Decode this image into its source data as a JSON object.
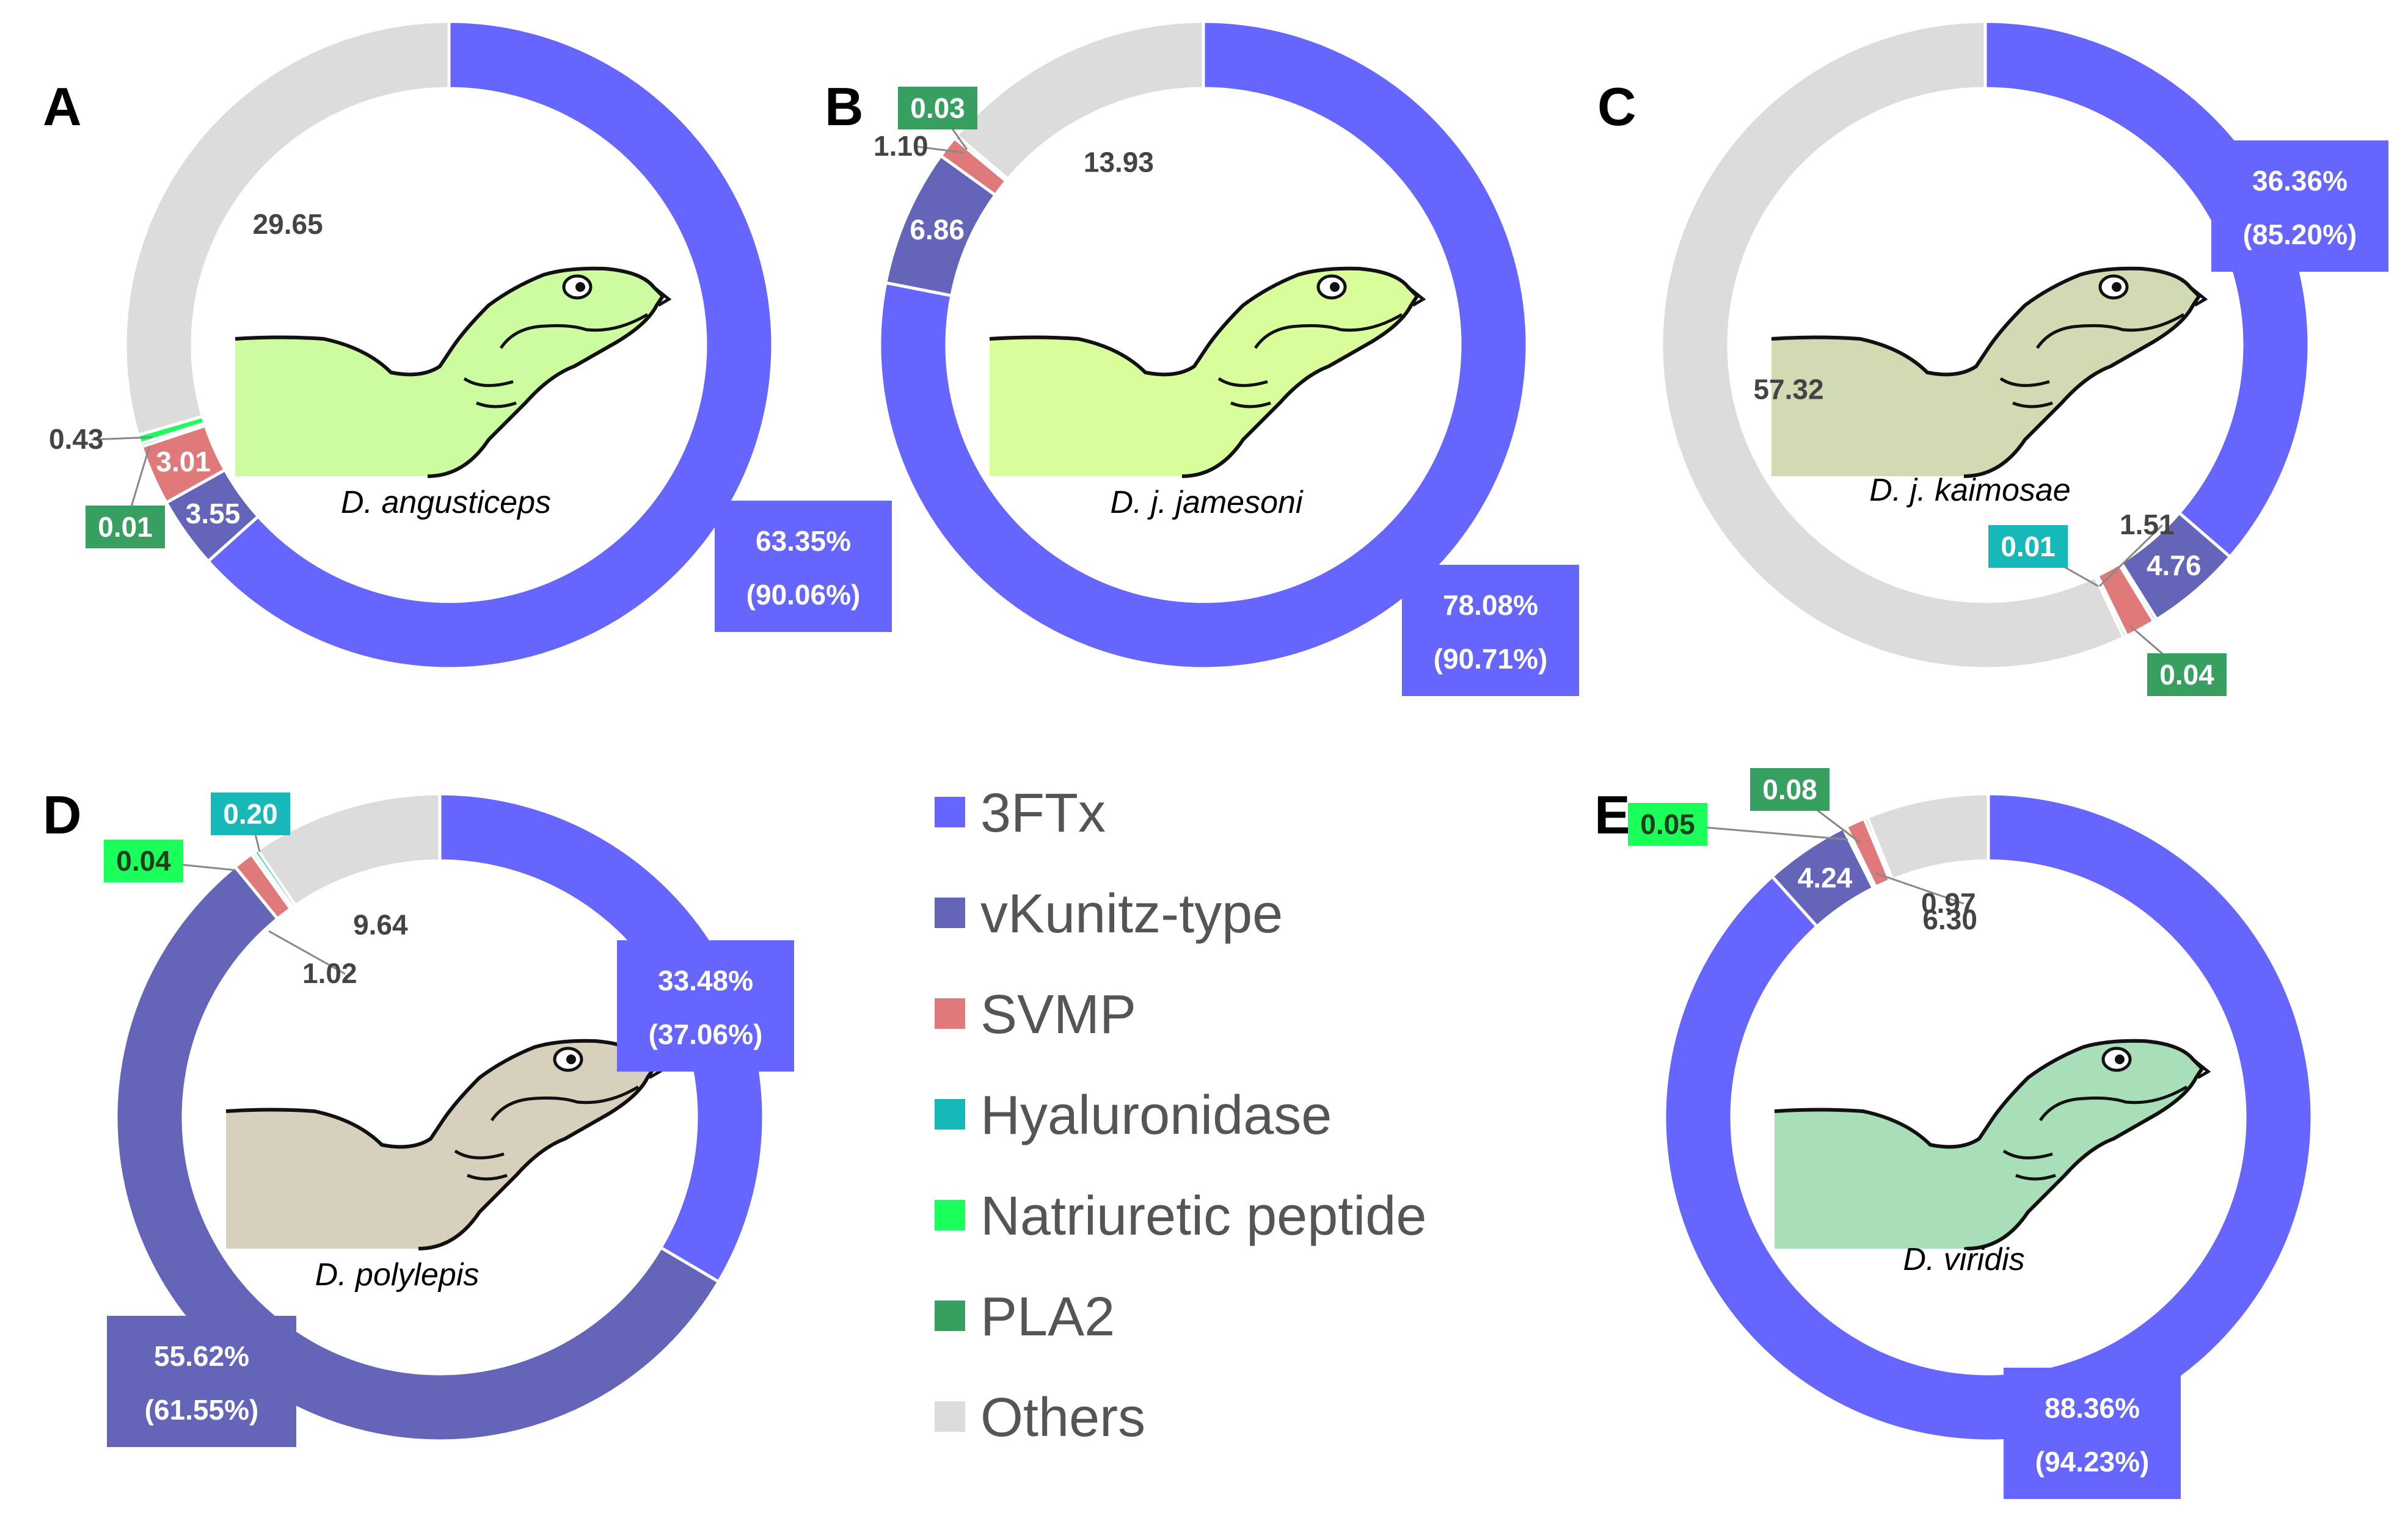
{
  "colors": {
    "3FTx": "#6666ff",
    "vKunitz-type": "#6464b9",
    "SVMP": "#e07a7a",
    "Hyaluronidase": "#17b8b8",
    "Natriuretic peptide": "#1aff5a",
    "PLA2": "#379f5f",
    "Others": "#dcdcdc"
  },
  "legend": [
    "3FTx",
    "vKunitz-type",
    "SVMP",
    "Hyaluronidase",
    "Natriuretic peptide",
    "PLA2",
    "Others"
  ],
  "chart_data": [
    {
      "type": "pie",
      "panel": "A",
      "species": "D. angusticeps",
      "slices": [
        {
          "category": "3FTx",
          "value": 63.35,
          "label": "63.35%",
          "sub_label": "(90.06%)"
        },
        {
          "category": "vKunitz-type",
          "value": 3.55,
          "label": "3.55"
        },
        {
          "category": "SVMP",
          "value": 3.01,
          "label": "3.01"
        },
        {
          "category": "PLA2",
          "value": 0.01,
          "label": "0.01"
        },
        {
          "category": "Natriuretic peptide",
          "value": 0.43,
          "label": "0.43"
        },
        {
          "category": "Others",
          "value": 29.65,
          "label": "29.65"
        }
      ]
    },
    {
      "type": "pie",
      "panel": "B",
      "species": "D. j. jamesoni",
      "slices": [
        {
          "category": "3FTx",
          "value": 78.08,
          "label": "78.08%",
          "sub_label": "(90.71%)"
        },
        {
          "category": "vKunitz-type",
          "value": 6.86,
          "label": "6.86"
        },
        {
          "category": "SVMP",
          "value": 1.1,
          "label": "1.10"
        },
        {
          "category": "PLA2",
          "value": 0.03,
          "label": "0.03"
        },
        {
          "category": "Others",
          "value": 13.93,
          "label": "13.93"
        }
      ]
    },
    {
      "type": "pie",
      "panel": "C",
      "species": "D. j. kaimosae",
      "slices": [
        {
          "category": "3FTx",
          "value": 36.36,
          "label": "36.36%",
          "sub_label": "(85.20%)"
        },
        {
          "category": "vKunitz-type",
          "value": 4.76,
          "label": "4.76"
        },
        {
          "category": "PLA2",
          "value": 0.04,
          "label": "0.04"
        },
        {
          "category": "SVMP",
          "value": 1.51,
          "label": "1.51"
        },
        {
          "category": "Hyaluronidase",
          "value": 0.01,
          "label": "0.01"
        },
        {
          "category": "Others",
          "value": 57.32,
          "label": "57.32"
        }
      ]
    },
    {
      "type": "pie",
      "panel": "D",
      "species": "D. polylepis",
      "slices": [
        {
          "category": "3FTx",
          "value": 33.48,
          "label": "33.48%",
          "sub_label": "(37.06%)"
        },
        {
          "category": "vKunitz-type",
          "value": 55.62,
          "label": "55.62%",
          "sub_label": "(61.55%)"
        },
        {
          "category": "SVMP",
          "value": 1.02,
          "label": "1.02"
        },
        {
          "category": "Natriuretic peptide",
          "value": 0.04,
          "label": "0.04"
        },
        {
          "category": "Hyaluronidase",
          "value": 0.2,
          "label": "0.20"
        },
        {
          "category": "Others",
          "value": 9.64,
          "label": "9.64"
        }
      ]
    },
    {
      "type": "pie",
      "panel": "E",
      "species": "D. viridis",
      "slices": [
        {
          "category": "3FTx",
          "value": 88.36,
          "label": "88.36%",
          "sub_label": "(94.23%)"
        },
        {
          "category": "vKunitz-type",
          "value": 4.24,
          "label": "4.24"
        },
        {
          "category": "Natriuretic peptide",
          "value": 0.05,
          "label": "0.05"
        },
        {
          "category": "SVMP",
          "value": 0.97,
          "label": "0.97"
        },
        {
          "category": "PLA2",
          "value": 0.08,
          "label": "0.08"
        },
        {
          "category": "Others",
          "value": 6.3,
          "label": "6.30"
        }
      ]
    }
  ]
}
